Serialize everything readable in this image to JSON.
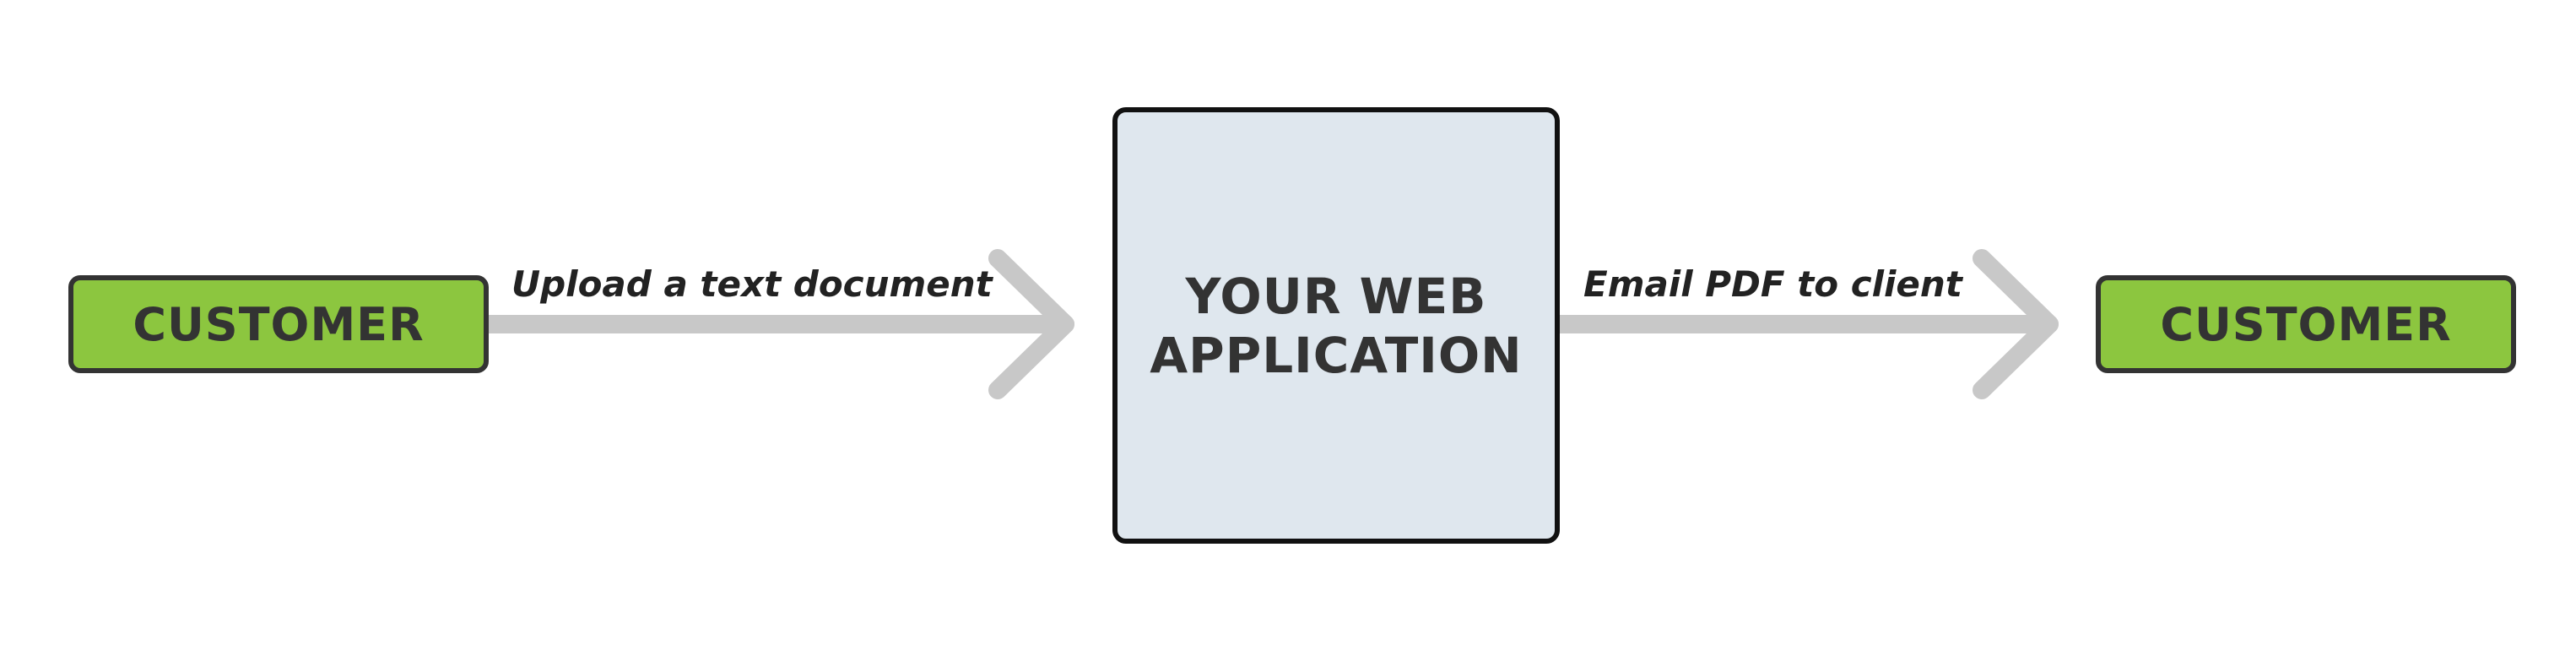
{
  "nodes": {
    "customer_left": "CUSTOMER",
    "web_app_line1": "YOUR WEB",
    "web_app_line2": "APPLICATION",
    "customer_right": "CUSTOMER"
  },
  "edges": {
    "upload_label": "Upload a text document",
    "email_label": "Email PDF to client"
  },
  "colors": {
    "customer_fill": "#8cc63f",
    "app_fill": "#dfe7ee",
    "arrow": "#c8c8c8",
    "text": "#333333"
  }
}
